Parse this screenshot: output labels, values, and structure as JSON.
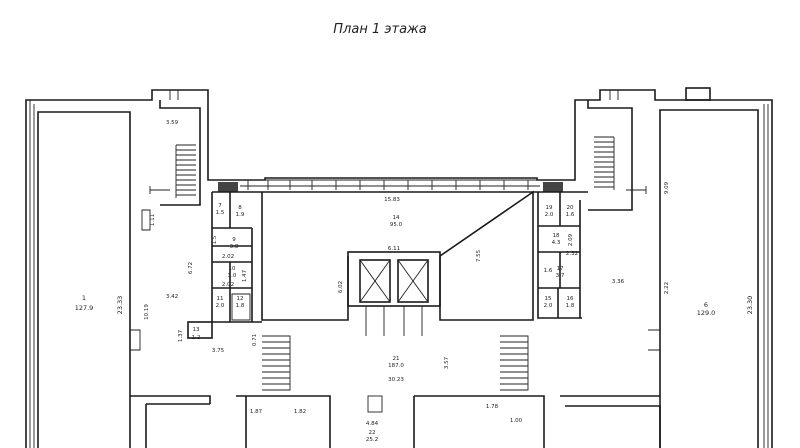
{
  "title": "План 1 этажа",
  "labels": {
    "left_hall_num": "1",
    "left_hall_area": "127.9",
    "left_hall_len": "23.33",
    "left_stair_w": "3.59",
    "left_corr_w": "1.11",
    "left_corr_len": "10.19",
    "left_corr_depth": "6.72",
    "left_corr_width2": "3.42",
    "left_corr_3_75": "3.75",
    "left_corr_0_71": "0.71",
    "left_corr_1_37": "1.37",
    "wc7_num": "7",
    "wc7_area": "1.5",
    "wc8_num": "8",
    "wc8_area": "1.9",
    "wc9_num": "9",
    "wc9_area": "3.8",
    "wc_2_02a": "2.02",
    "wc_2_02b": "2.02",
    "wc10_num": "10",
    "wc10_area": "3.0",
    "wc11_num": "11",
    "wc11_area": "2.0",
    "wc12_num": "12",
    "wc12_area": "1.8",
    "wc_1_47": "1.47",
    "wc_1_5": "1.5",
    "room13_num": "13",
    "room13_area": "1.2",
    "center_len": "15.83",
    "center_num": "14",
    "center_area": "95.0",
    "center_6_11": "6.11",
    "center_6_02": "6.02",
    "center_7_55": "7.55",
    "lobby_num": "21",
    "lobby_area": "187.0",
    "lobby_len": "30.23",
    "lobby_3_57": "3.57",
    "lobby_1_87": "1.87",
    "lobby_1_82": "1.82",
    "lobby_1_78": "1.78",
    "lobby_1_00": "1.00",
    "room22_w": "4.84",
    "room22_num": "22",
    "room22_area": "25.2",
    "r19_num": "19",
    "r19_area": "2.0",
    "r20_num": "20",
    "r20_area": "1.6",
    "r18_num": "18",
    "r18_area": "4.3",
    "r_2_09": "2.09",
    "r_2_32": "2.32",
    "r16_num": "1.6",
    "r17_num": "17",
    "r17_area": "3.7",
    "r15_num": "15",
    "r15_area": "2.0",
    "r16b_num": "16",
    "r16b_area": "1.8",
    "right_corr_w": "3.36",
    "right_9_09": "9.09",
    "right_2_22": "2.22",
    "right_hall_num": "6",
    "right_hall_area": "129.0",
    "right_hall_len": "23.30"
  }
}
